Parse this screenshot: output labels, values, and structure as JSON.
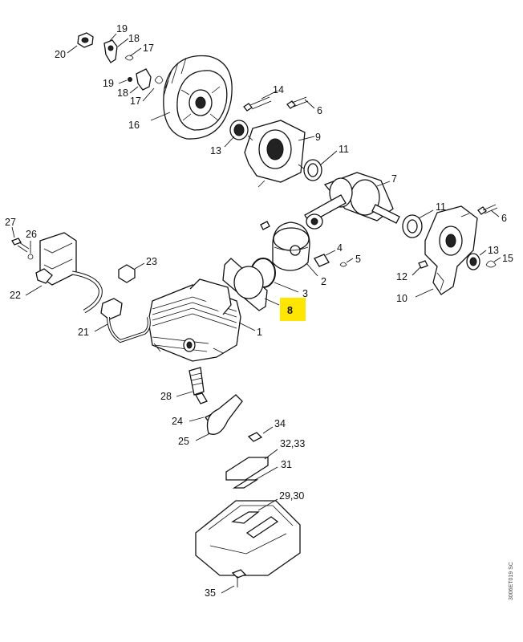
{
  "highlight_color": "#ffe600",
  "callouts": {
    "p1": "1",
    "p2": "2",
    "p3": "3",
    "p4": "4",
    "p5": "5",
    "p6a": "6",
    "p6b": "6",
    "p7": "7",
    "p8": "8",
    "p9": "9",
    "p10": "10",
    "p11a": "11",
    "p11b": "11",
    "p12": "12",
    "p13a": "13",
    "p13b": "13",
    "p14": "14",
    "p15": "15",
    "p16": "16",
    "p17a": "17",
    "p17b": "17",
    "p18a": "18",
    "p18b": "18",
    "p19a": "19",
    "p19b": "19",
    "p20": "20",
    "p21": "21",
    "p22": "22",
    "p23": "23",
    "p24": "24",
    "p25": "25",
    "p26": "26",
    "p27": "27",
    "p28": "28",
    "p29_30": "29,30",
    "p31": "31",
    "p32_33": "32,33",
    "p34": "34",
    "p35": "35"
  },
  "reference_code": "3006ET019 SC"
}
